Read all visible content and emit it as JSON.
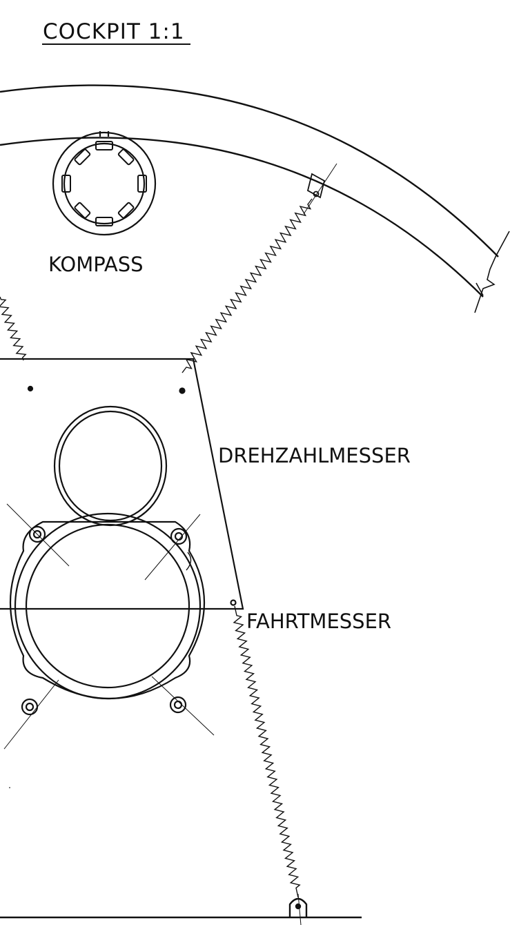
{
  "drawing": {
    "title": "COCKPIT 1:1",
    "labels": {
      "compass": "KOMPASS",
      "tachometer": "DREHZAHLMESSER",
      "airspeed": "FAHRTMESSER"
    },
    "colors": {
      "ink": "#111111",
      "paper": "#ffffff"
    },
    "icons": [
      "compass-icon",
      "tachometer-icon",
      "airspeed-indicator-icon",
      "spring-icon"
    ]
  }
}
